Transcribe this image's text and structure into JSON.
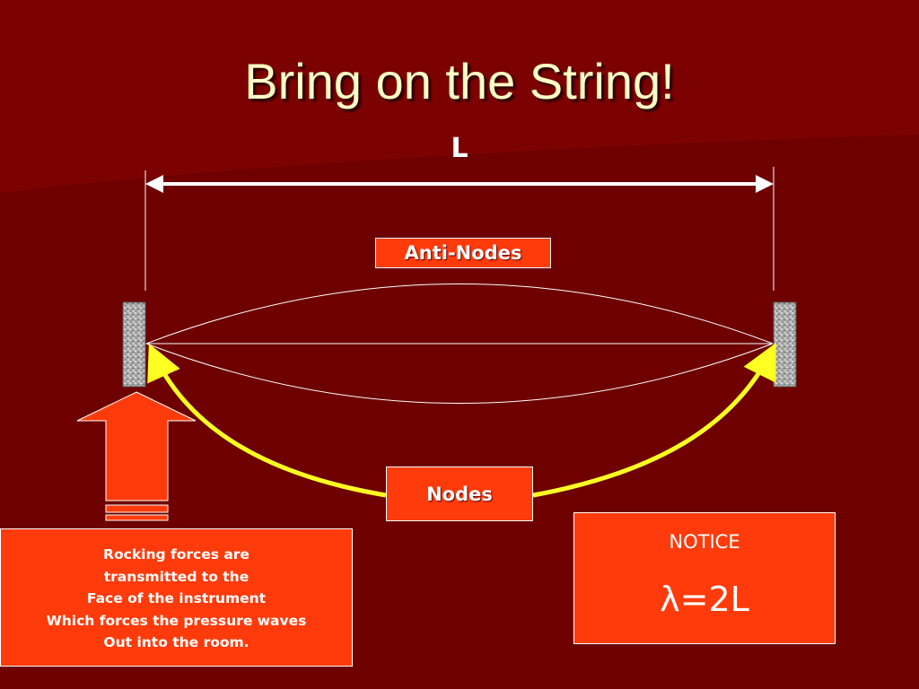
{
  "slide": {
    "title": "Bring on the String!",
    "length_label": "L"
  },
  "labels": {
    "antinodes": "Anti-Nodes",
    "nodes": "Nodes"
  },
  "info_box": {
    "lines": [
      "Rocking forces are",
      "transmitted to the",
      "Face of the instrument",
      "Which forces the pressure waves",
      "Out into the room."
    ]
  },
  "notice_box": {
    "label": "NOTICE",
    "formula": "λ=2L"
  },
  "colors": {
    "background": "#6e0000",
    "title": "#ffffc6",
    "box_fill": "#ff3b0b",
    "arrow_yellow": "#ffff22",
    "big_arrow": "#ff3b0b"
  },
  "icons": {
    "bridges": "textured-granite-block",
    "force_arrow": "up-arrow-with-stripes"
  }
}
